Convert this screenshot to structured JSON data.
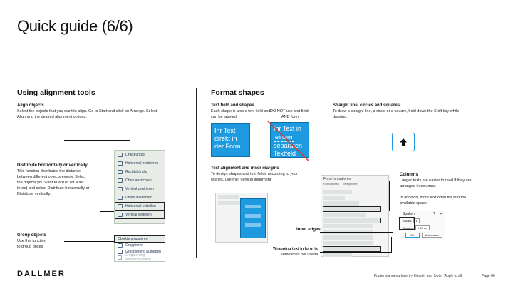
{
  "page": {
    "title": "Quick guide (6/6)",
    "logo": "DALLMER",
    "footer": "Footer via menu Insert-> Header and footer 'Apply to all'",
    "page_number": "Page 66"
  },
  "left": {
    "heading": "Using alignment tools",
    "align_title": "Align objects",
    "align_text_1": "Select the objects that you want to align. Go to Start and click on Arrange. Select",
    "align_text_2": "Align and the desired alignment options.",
    "distribute_title": "Distribute horizontally or vertically",
    "distribute_lines": [
      "This function distributes the distance",
      "between different objects evenly. Select",
      "the objects you want to adjust (at least",
      "three) and select Distribute horizontally or",
      "Distribute vertically."
    ],
    "group_title": "Group objects",
    "group_lines": [
      "Use this function",
      "to group boxes"
    ],
    "align_menu": [
      "Linksbündig",
      "Horizontal zentrieren",
      "Rechtsbündig",
      "Oben ausrichten",
      "Vertikal zentrieren",
      "Unten ausrichten",
      "Horizontal verteilen",
      "Vertikal verteilen"
    ],
    "group_menu": [
      "Objekte gruppieren",
      "Gruppieren",
      "Gruppierung aufheben",
      "Gruppierung wiederherstellen"
    ]
  },
  "right": {
    "heading": "Format shapes",
    "textfield_title": "Text field and shapes",
    "textfield_line1": "Each shape is also a text field and",
    "textfield_line1b": "DO NOT use text field",
    "textfield_line2": "can be labeled.",
    "textfield_line2b": "AND form",
    "box_good": [
      "Ihr Text",
      "direkt in",
      "der Form"
    ],
    "box_bad": [
      "Ihr Text in",
      "einem",
      "separaten",
      "Textfeld"
    ],
    "straight_title": "Straight line, circles and squares",
    "straight_lines": [
      "To draw a straight line, a circle or a square, hold down the Shift key while",
      "drawing."
    ],
    "shift_key_icon": "shift-arrow-icon",
    "margins_title": "Text alignment and inner margins",
    "margins_lines": [
      "To design shapes and text fields according to your",
      "wishes, use the: Vertical alignment"
    ],
    "columns_title": "Columns",
    "columns_lines": [
      "Longer texts are easier to read if they are",
      "arranged in columns.",
      "",
      "In addition, more text often fits into the",
      "available space."
    ],
    "inner_edges": "Inner edges",
    "wrapping_line1": "Wrapping text in form is",
    "wrapping_line2": "sometimes not useful",
    "format_panel_title": "Form formatieren",
    "format_panel_tabs": [
      "Formoptionen",
      "Textoptionen"
    ],
    "columns_dialog": {
      "title": "Spalten",
      "help": "?",
      "close": "✕",
      "count_label": "Anzahl:",
      "count_value": "1",
      "spacing_label": "Abstand:",
      "spacing_value": "0,00 cm",
      "ok": "OK",
      "cancel": "Abbrechen"
    }
  },
  "colors": {
    "accent_blue": "#1e9be0",
    "menu_bg": "#e7ece6",
    "cross_red": "#d83a2e"
  }
}
